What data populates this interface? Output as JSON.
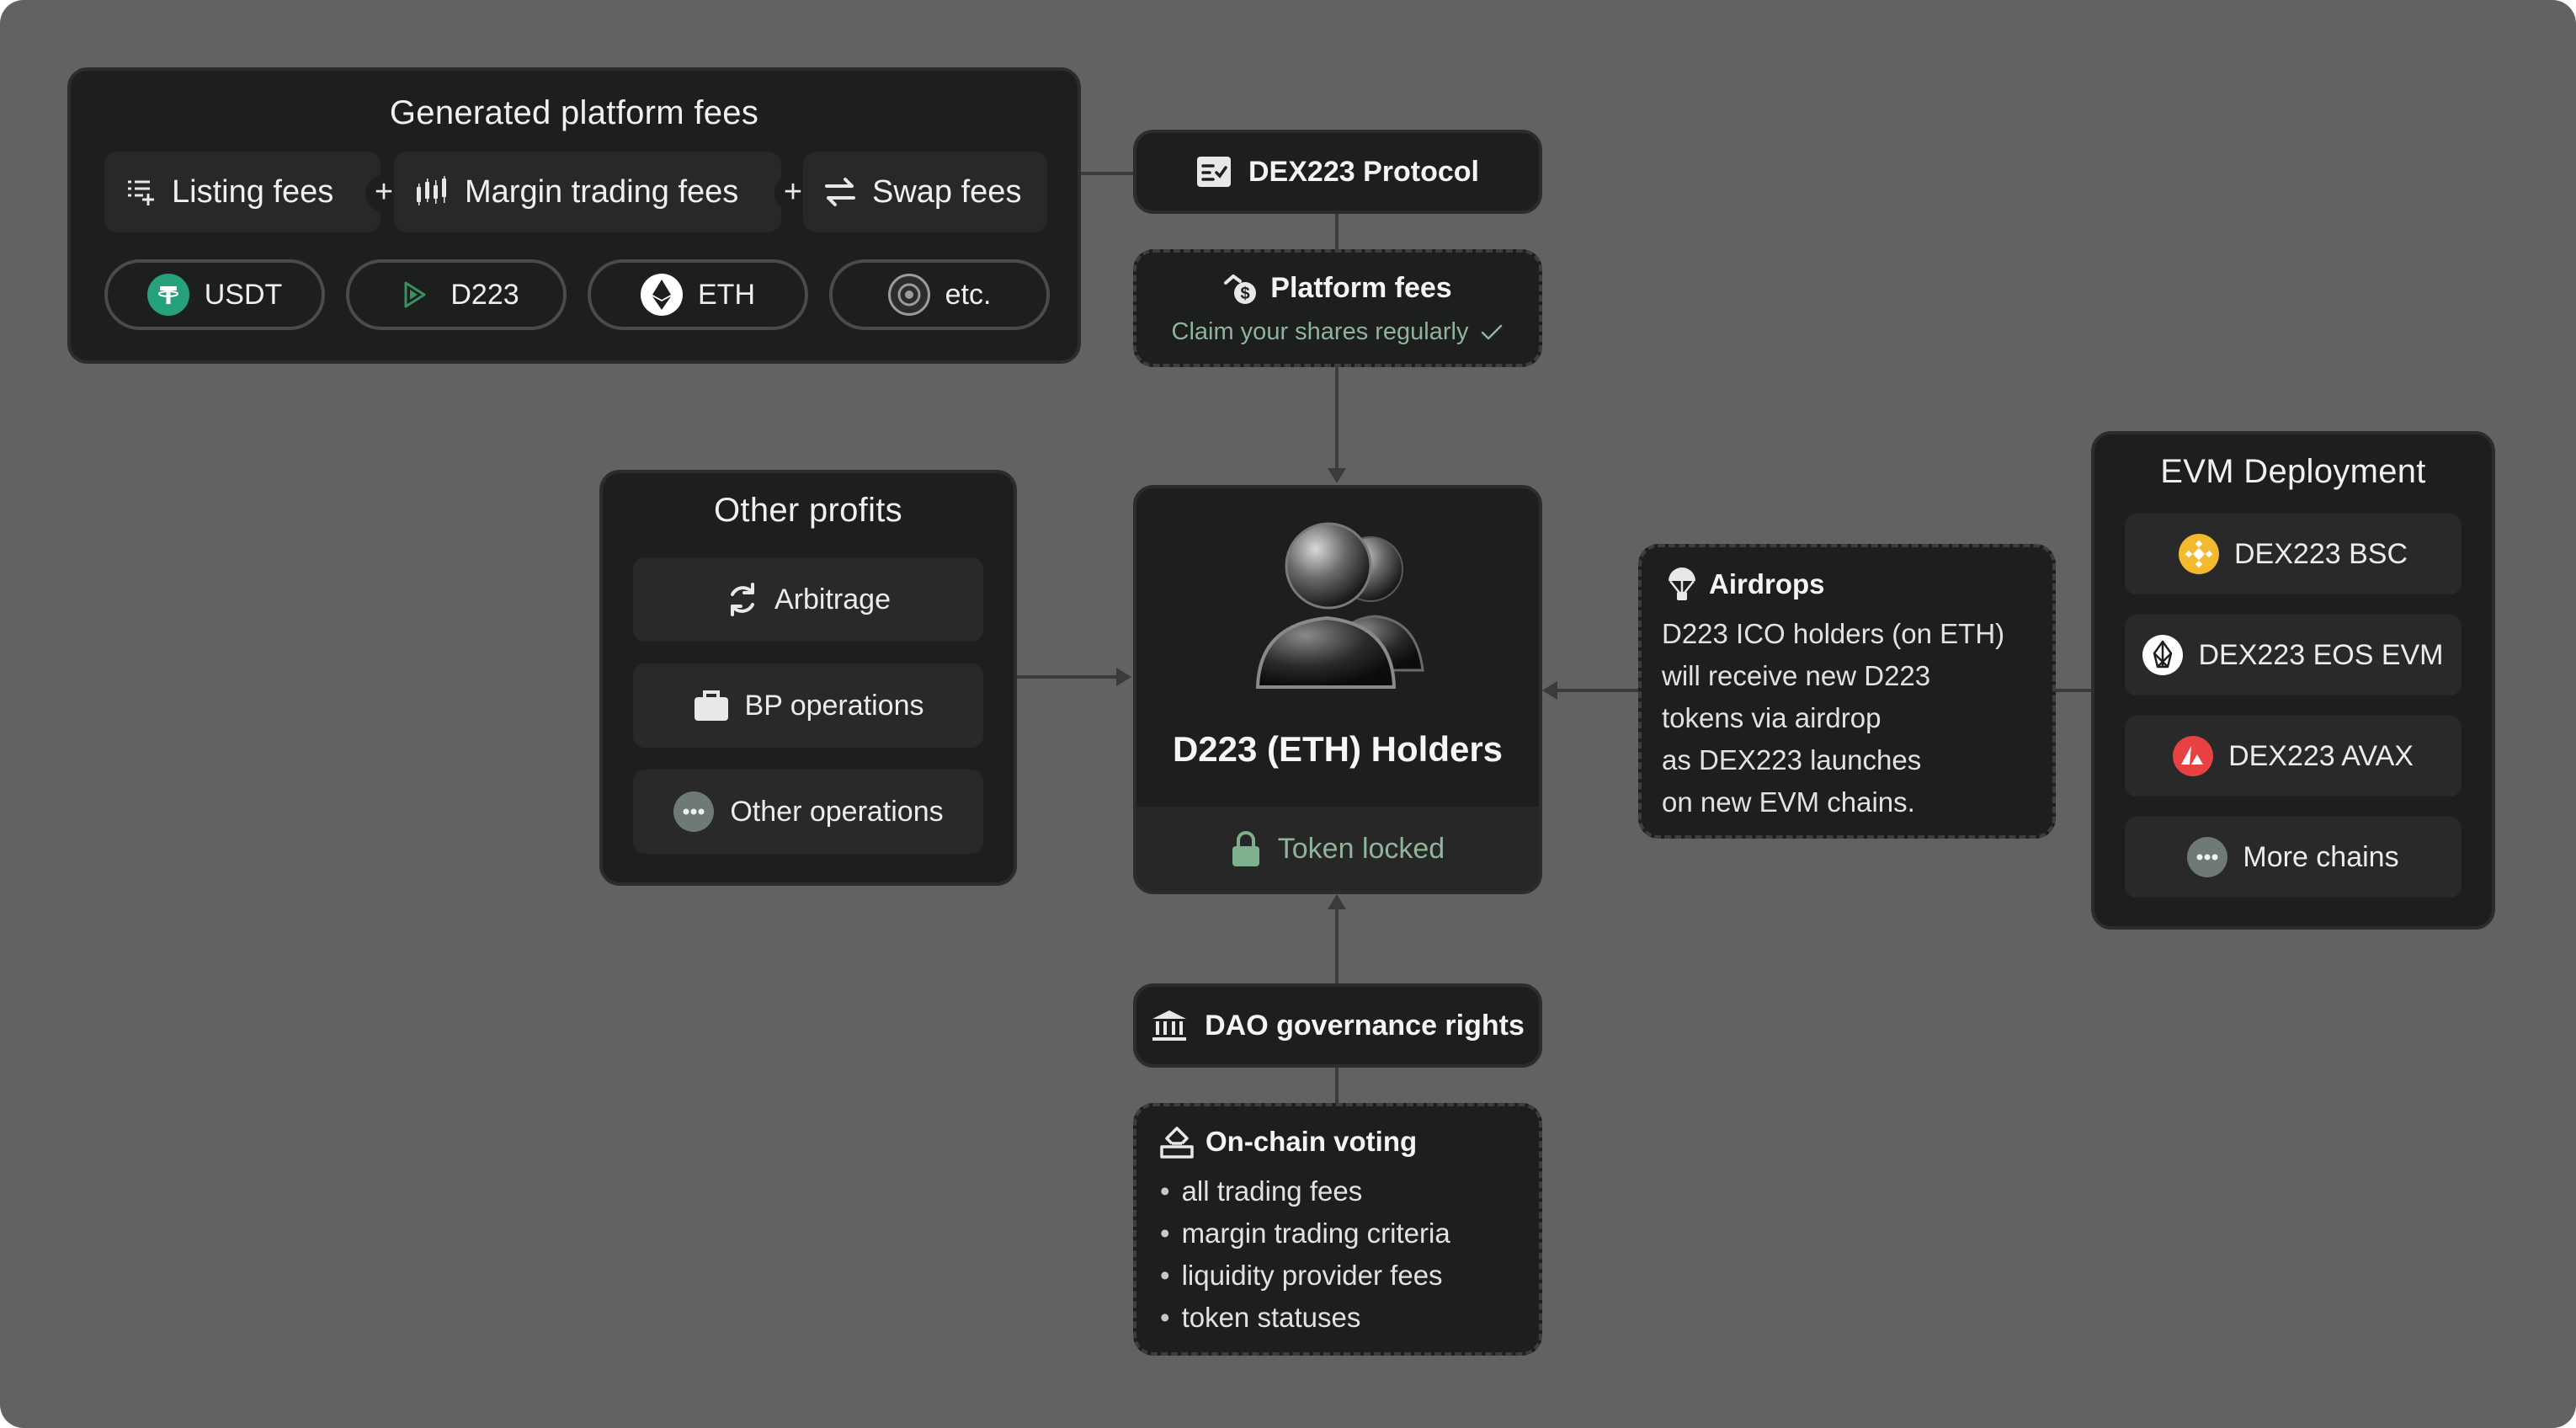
{
  "fees": {
    "title": "Generated platform fees",
    "chips": [
      {
        "label": "Listing fees",
        "icon": "list-add-icon"
      },
      {
        "label": "Margin trading fees",
        "icon": "candlestick-icon"
      },
      {
        "label": "Swap fees",
        "icon": "swap-arrows-icon"
      }
    ],
    "plus": "+",
    "tokens": [
      {
        "label": "USDT",
        "icon": "usdt-icon",
        "color": "#26a17b"
      },
      {
        "label": "D223",
        "icon": "d223-icon",
        "color": "#3b8f5f"
      },
      {
        "label": "ETH",
        "icon": "eth-icon",
        "color": "#ffffff"
      },
      {
        "label": "etc.",
        "icon": "coin-icon",
        "color": "#9a9a9a"
      }
    ]
  },
  "protocol": {
    "label": "DEX223 Protocol",
    "icon": "protocol-doc-icon"
  },
  "platform_fees": {
    "title": "Platform fees",
    "subtitle": "Claim your shares regularly",
    "icon": "coin-hand-icon"
  },
  "other_profits": {
    "title": "Other profits",
    "items": [
      {
        "label": "Arbitrage",
        "icon": "refresh-icon"
      },
      {
        "label": "BP operations",
        "icon": "briefcase-icon"
      },
      {
        "label": "Other operations",
        "icon": "more-dots-icon"
      }
    ]
  },
  "holders": {
    "title": "D223 (ETH) Holders",
    "status": "Token locked",
    "icon": "users-icon"
  },
  "airdrops": {
    "title": "Airdrops",
    "icon": "parachute-icon",
    "lines": [
      "D223 ICO holders (on ETH)",
      "will receive new D223",
      "tokens via airdrop",
      "as DEX223 launches",
      "on new EVM chains."
    ]
  },
  "evm": {
    "title": "EVM Deployment",
    "items": [
      {
        "label": "DEX223 BSC",
        "icon": "bnb-icon",
        "color": "#f3ba2f"
      },
      {
        "label": "DEX223 EOS EVM",
        "icon": "eos-icon",
        "color": "#ffffff"
      },
      {
        "label": "DEX223 AVAX",
        "icon": "avax-icon",
        "color": "#e84142"
      },
      {
        "label": "More chains",
        "icon": "more-dots-icon",
        "color": "#6f7a74"
      }
    ]
  },
  "dao": {
    "label": "DAO governance rights",
    "icon": "bank-icon"
  },
  "voting": {
    "title": "On-chain voting",
    "icon": "ballot-icon",
    "bullets": [
      "all trading fees",
      "margin trading criteria",
      "liquidity provider fees",
      "token statuses"
    ]
  }
}
